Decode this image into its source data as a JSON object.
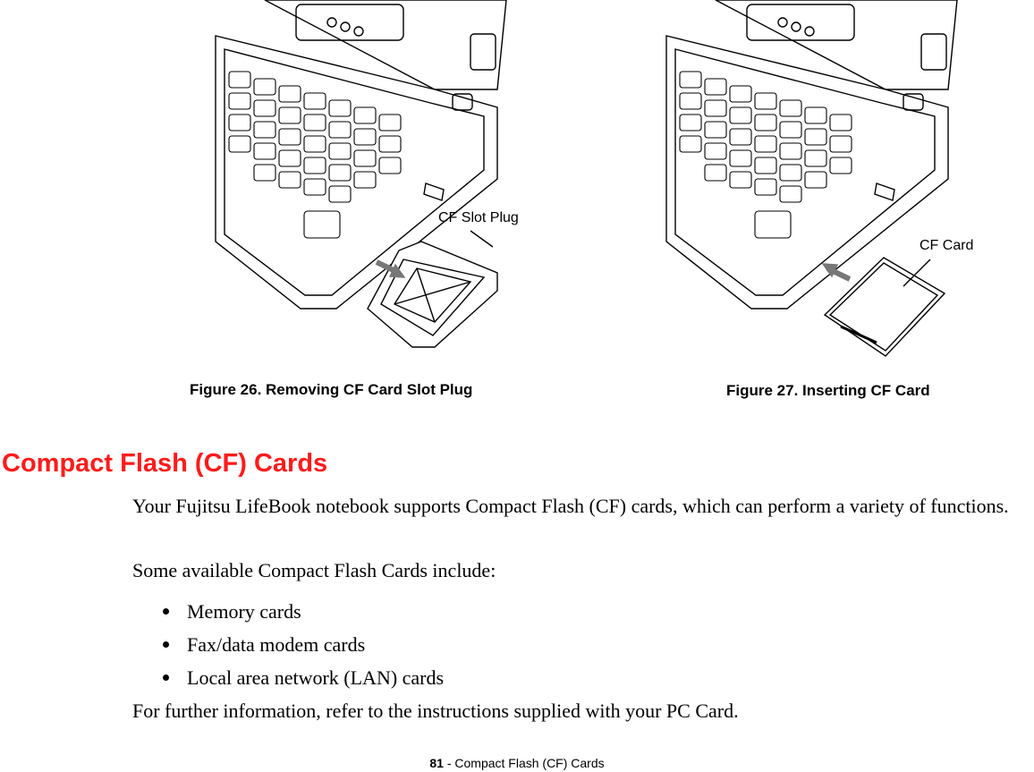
{
  "figures": [
    {
      "callout": "CF Slot Plug",
      "caption": "Figure 26.  Removing CF Card Slot Plug"
    },
    {
      "callout": "CF Card",
      "caption": "Figure 27.  Inserting CF Card"
    }
  ],
  "section": {
    "heading": "Compact Flash (CF) Cards",
    "intro": "Your Fujitsu LifeBook notebook supports Compact Flash (CF) cards, which can perform a variety of functions.",
    "list_intro": "Some available Compact Flash Cards include:",
    "items": [
      "Memory cards",
      "Fax/data modem cards",
      "Local area network (LAN) cards"
    ],
    "closing": "For further information, refer to the instructions supplied with your PC Card."
  },
  "footer": {
    "page_number": "81",
    "title": " - Compact Flash (CF) Cards"
  }
}
